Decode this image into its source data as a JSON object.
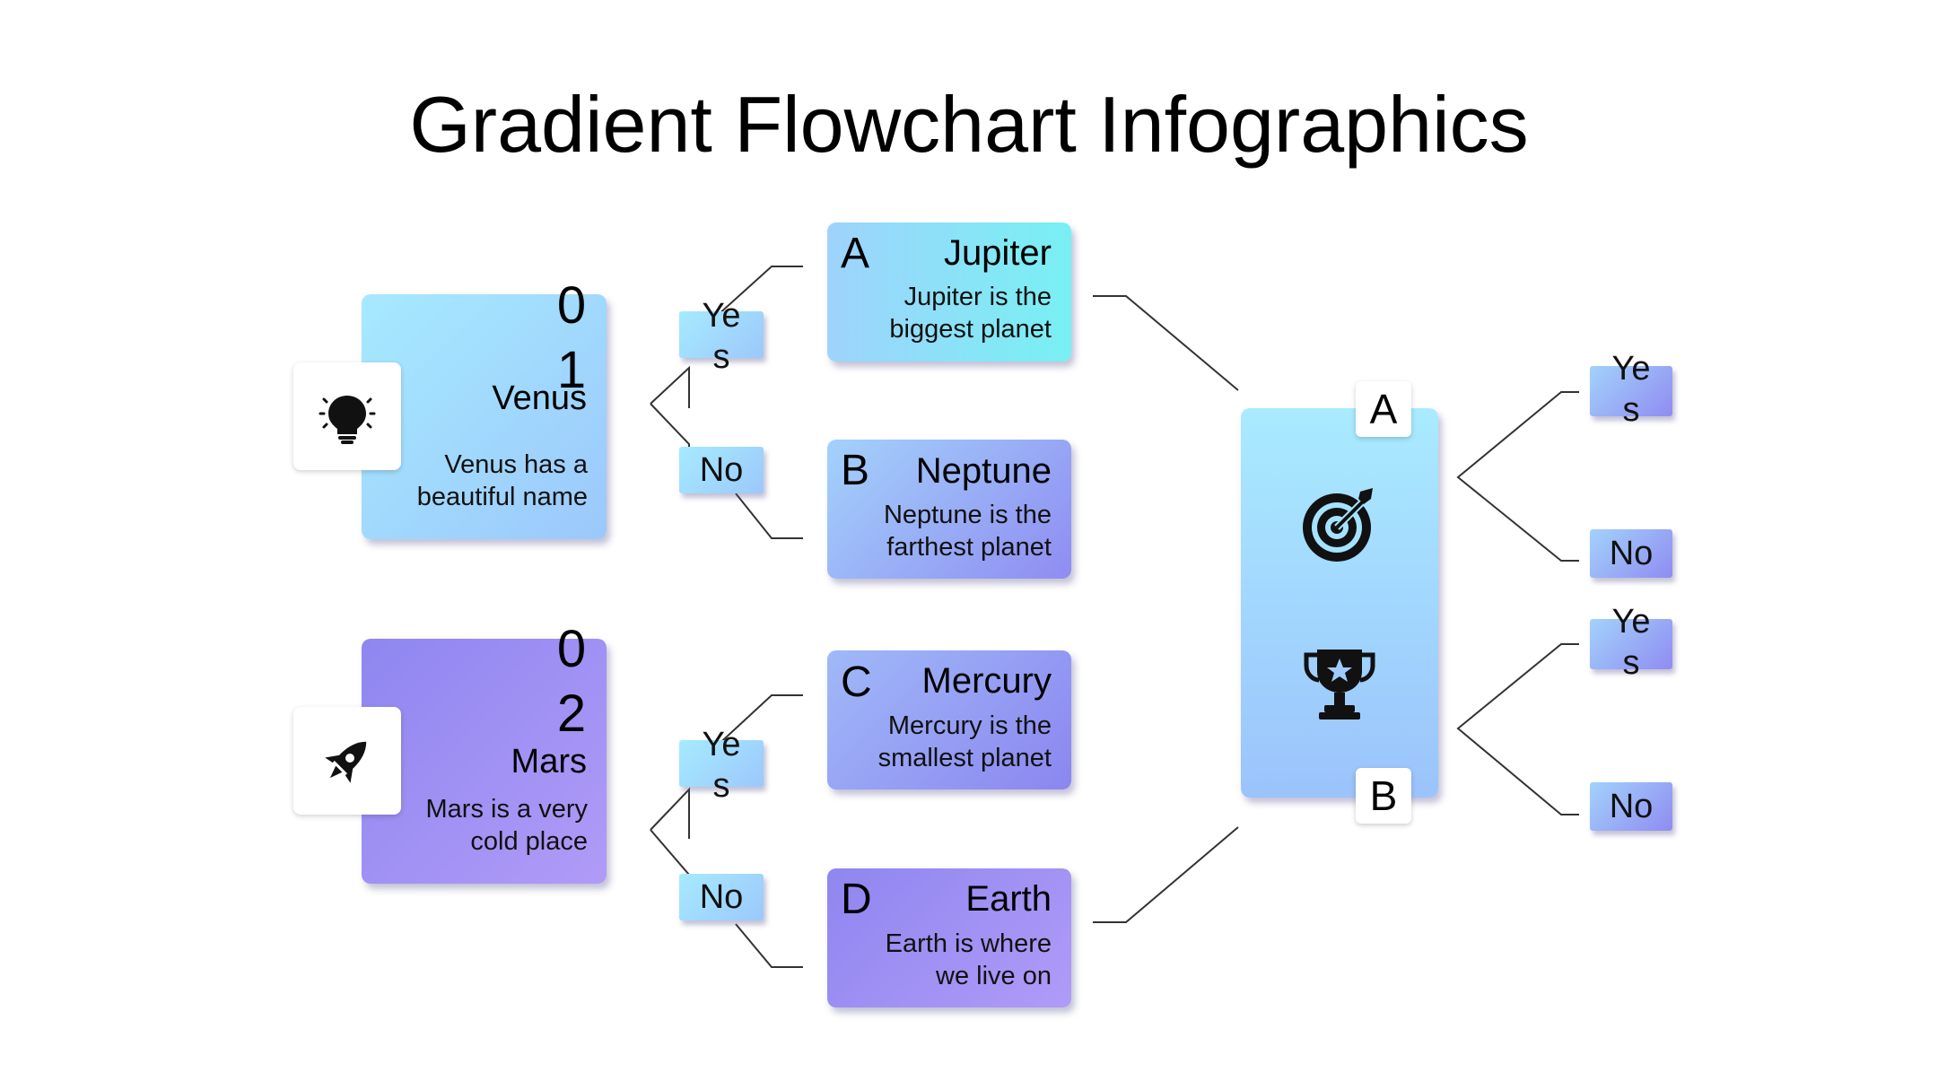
{
  "title": "Gradient Flowchart Infographics",
  "left_items": [
    {
      "number": "01",
      "title": "Venus",
      "desc_line1": "Venus has a",
      "desc_line2": "beautiful name",
      "icon": "lightbulb-icon"
    },
    {
      "number": "02",
      "title": "Mars",
      "desc_line1": "Mars is a very",
      "desc_line2": "cold place",
      "icon": "rocket-icon"
    }
  ],
  "decision_labels": {
    "yes": "Yes",
    "no": "No"
  },
  "cards": [
    {
      "letter": "A",
      "title": "Jupiter",
      "desc_line1": "Jupiter is the",
      "desc_line2": "biggest planet"
    },
    {
      "letter": "B",
      "title": "Neptune",
      "desc_line1": "Neptune is the",
      "desc_line2": "farthest planet"
    },
    {
      "letter": "C",
      "title": "Mercury",
      "desc_line1": "Mercury is the",
      "desc_line2": "smallest planet"
    },
    {
      "letter": "D",
      "title": "Earth",
      "desc_line1": "Earth is where",
      "desc_line2": "we live on"
    }
  ],
  "center": {
    "tag_top": "A",
    "tag_bottom": "B",
    "icon_top": "target-icon",
    "icon_bottom": "trophy-icon"
  },
  "right_labels": [
    {
      "text_a": "Ye",
      "text_b": "s"
    },
    {
      "text_a": "No",
      "text_b": ""
    },
    {
      "text_a": "Ye",
      "text_b": "s"
    },
    {
      "text_a": "No",
      "text_b": ""
    }
  ]
}
